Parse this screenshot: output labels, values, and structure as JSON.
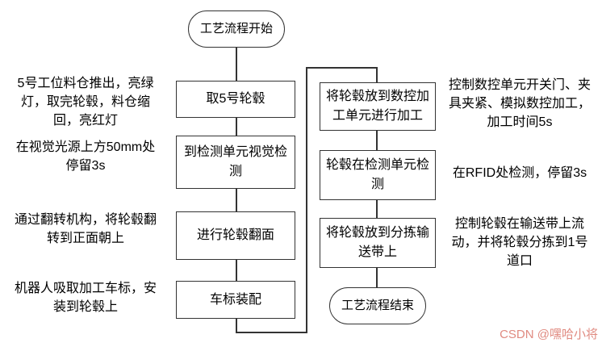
{
  "flowchart": {
    "start_label": "工艺流程开始",
    "end_label": "工艺流程结束",
    "left_steps": [
      "取5号轮毂",
      "到检测单元视觉检\n测",
      "进行轮毂翻面",
      "车标装配"
    ],
    "right_steps": [
      "将轮毂放到数控加\n工单元进行加工",
      "轮毂在检测单元检\n测",
      "将轮毂放到分拣输\n送带上"
    ],
    "left_annotations": [
      "5号工位料仓推出，亮绿\n灯，取完轮毂，料仓缩\n回，亮红灯",
      "在视觉光源上方50mm处\n停留3s",
      "通过翻转机构，将轮毂翻\n转到正面朝上",
      "机器人吸取加工车标，安\n装到轮毂上"
    ],
    "right_annotations": [
      "控制数控单元开关门、夹\n具夹紧、模拟数控加工，\n加工时间5s",
      "在RFID处检测，停留3s",
      "控制轮毂在输送带上流\n动，并将轮毂分拣到1号\n道口"
    ]
  },
  "watermark": {
    "text": "CSDN @嘿哈小将",
    "color": "#e08a80"
  },
  "colors": {
    "border": "#333333",
    "background": "#ffffff",
    "text": "#000000"
  }
}
